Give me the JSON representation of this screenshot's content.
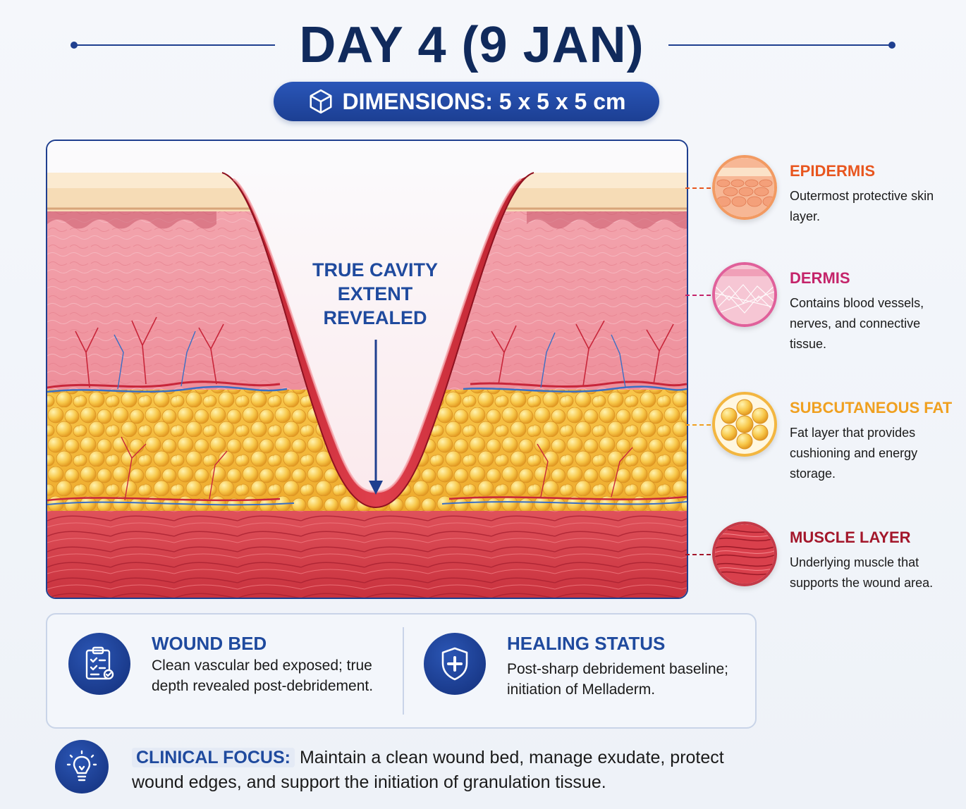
{
  "header": {
    "title": "DAY 4 (9 JAN)",
    "dimensions_label": "DIMENSIONS: 5 x 5 x 5 cm",
    "dimensions_icon": "cube-icon"
  },
  "diagram": {
    "cavity_label_lines": [
      "TRUE CAVITY",
      "EXTENT",
      "REVEALED"
    ]
  },
  "legend": [
    {
      "title": "EPIDERMIS",
      "description": "Outermost protective skin layer.",
      "color": "#e8561f",
      "icon": "epidermis-swatch"
    },
    {
      "title": "DERMIS",
      "description": "Contains blood vessels, nerves, and connective tissue.",
      "color": "#c4246a",
      "icon": "dermis-swatch"
    },
    {
      "title": "SUBCUTANEOUS FAT",
      "description": "Fat layer that provides cushioning and energy storage.",
      "color": "#f0a020",
      "icon": "fat-swatch"
    },
    {
      "title": "MUSCLE LAYER",
      "description": "Underlying muscle that supports the wound area.",
      "color": "#a3172b",
      "icon": "muscle-swatch"
    }
  ],
  "info": {
    "wound_bed": {
      "title": "WOUND BED",
      "text": "Clean vascular bed exposed; true depth revealed post-debridement.",
      "icon": "clipboard-icon"
    },
    "healing_status": {
      "title": "HEALING STATUS",
      "text": "Post-sharp debridement baseline; initiation of Melladerm.",
      "icon": "shield-plus-icon"
    }
  },
  "clinical_focus": {
    "label": "CLINICAL FOCUS:",
    "text": "Maintain a clean wound bed, manage exudate, protect wound edges, and support the initiation of granulation tissue.",
    "icon": "lightbulb-icon"
  }
}
